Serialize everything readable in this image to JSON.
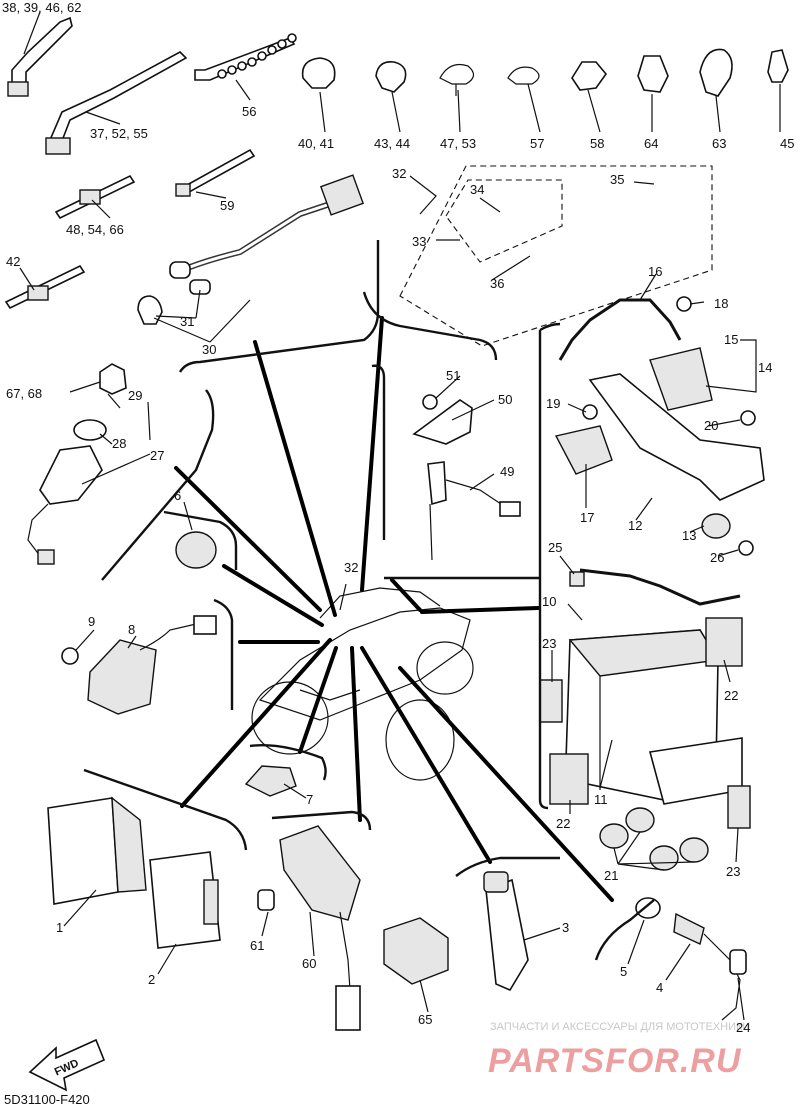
{
  "diagram": {
    "drawing_code": "5D31100-F420",
    "fwd_label": "FWD",
    "watermark": {
      "tagline": "ЗАПЧАСТИ И АКСЕССУАРЫ ДЛЯ МОТОТЕХНИКИ",
      "logo": "PARTSFOR.RU"
    },
    "callouts": [
      "38, 39, 46, 62",
      "56",
      "40, 41",
      "43, 44",
      "47, 53",
      "57",
      "58",
      "64",
      "63",
      "45",
      "37, 52, 55",
      "59",
      "48, 54, 66",
      "42",
      "31",
      "30",
      "32",
      "33",
      "34",
      "35",
      "36",
      "16",
      "18",
      "15",
      "14",
      "51",
      "50",
      "19",
      "20",
      "49",
      "17",
      "12",
      "13",
      "26",
      "25",
      "10",
      "67, 68",
      "29",
      "28",
      "27",
      "6",
      "32",
      "9",
      "8",
      "23",
      "22",
      "7",
      "11",
      "22",
      "23",
      "21",
      "1",
      "2",
      "61",
      "60",
      "65",
      "3",
      "5",
      "4",
      "24"
    ]
  }
}
